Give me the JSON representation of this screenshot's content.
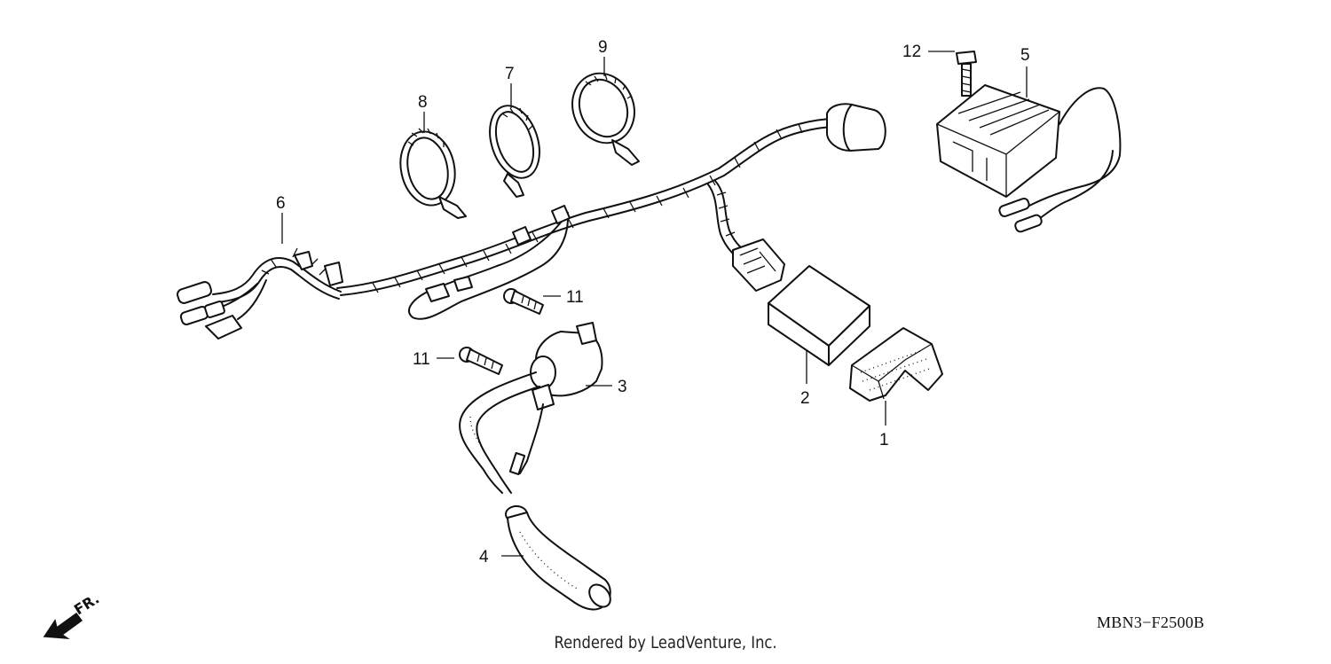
{
  "diagram": {
    "callouts": [
      {
        "id": "1",
        "label": "1"
      },
      {
        "id": "2",
        "label": "2"
      },
      {
        "id": "3",
        "label": "3"
      },
      {
        "id": "4",
        "label": "4"
      },
      {
        "id": "5",
        "label": "5"
      },
      {
        "id": "6",
        "label": "6"
      },
      {
        "id": "7",
        "label": "7"
      },
      {
        "id": "8",
        "label": "8"
      },
      {
        "id": "9",
        "label": "9"
      },
      {
        "id": "11a",
        "label": "11"
      },
      {
        "id": "11b",
        "label": "11"
      },
      {
        "id": "12",
        "label": "12"
      }
    ],
    "front_indicator": "FR.",
    "reference_code": "MBN3−F2500B",
    "footer": "Rendered by LeadVenture, Inc."
  }
}
